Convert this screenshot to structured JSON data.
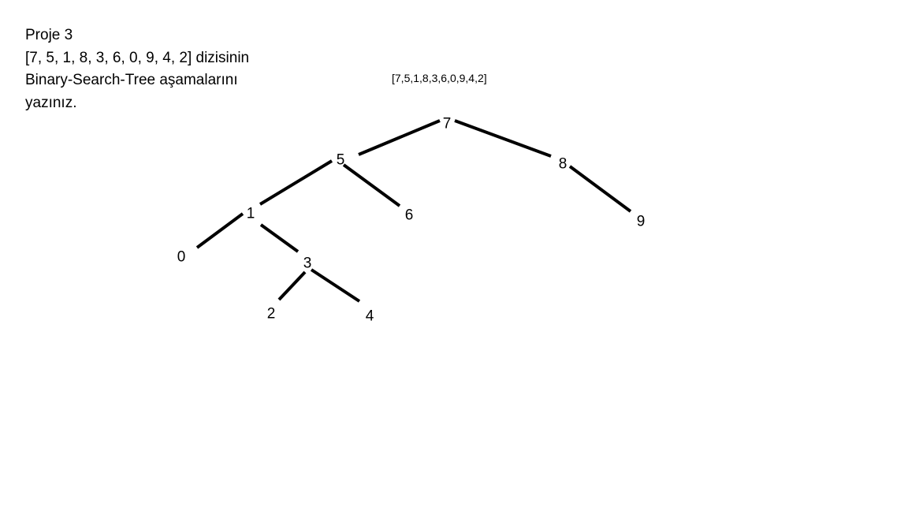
{
  "task": {
    "lines": [
      "Proje 3",
      "[7, 5, 1, 8, 3, 6, 0, 9, 4, 2] dizisinin",
      "Binary-Search-Tree aşamalarını",
      "yazınız."
    ]
  },
  "array_note": "[7,5,1,8,3,6,0,9,4,2]",
  "tree": {
    "nodes": [
      {
        "id": "7",
        "label": "7"
      },
      {
        "id": "5",
        "label": "5"
      },
      {
        "id": "8",
        "label": "8"
      },
      {
        "id": "1",
        "label": "1"
      },
      {
        "id": "6",
        "label": "6"
      },
      {
        "id": "9",
        "label": "9"
      },
      {
        "id": "0",
        "label": "0"
      },
      {
        "id": "3",
        "label": "3"
      },
      {
        "id": "2",
        "label": "2"
      },
      {
        "id": "4",
        "label": "4"
      }
    ],
    "edges": [
      {
        "from": "7",
        "to": "5"
      },
      {
        "from": "7",
        "to": "8"
      },
      {
        "from": "5",
        "to": "1"
      },
      {
        "from": "5",
        "to": "6"
      },
      {
        "from": "8",
        "to": "9"
      },
      {
        "from": "1",
        "to": "0"
      },
      {
        "from": "1",
        "to": "3"
      },
      {
        "from": "3",
        "to": "2"
      },
      {
        "from": "3",
        "to": "4"
      }
    ]
  }
}
